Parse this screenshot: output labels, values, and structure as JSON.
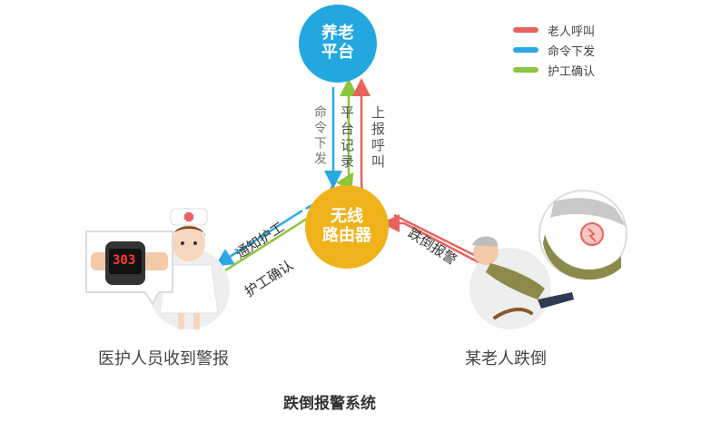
{
  "title": "跌倒报警系统",
  "nodes": {
    "platform": {
      "line1": "养老",
      "line2": "平台",
      "color": "#22a7e0"
    },
    "router": {
      "line1": "无线",
      "line2": "路由器",
      "color": "#f0b21a"
    }
  },
  "flows": {
    "command": "命令下发",
    "record": "平台记录",
    "report": "上报呼叫",
    "notify": "通知护工",
    "confirm": "护工确认",
    "fall_alarm": "跌倒报警"
  },
  "actors": {
    "staff_caption": "医护人员收到警报",
    "elder_caption": "某老人跌倒",
    "watch_display": "303"
  },
  "legend": [
    {
      "label": "老人呼叫",
      "color": "#e8625e"
    },
    {
      "label": "命令下发",
      "color": "#29a9e1"
    },
    {
      "label": "护工确认",
      "color": "#8cc63f"
    }
  ]
}
